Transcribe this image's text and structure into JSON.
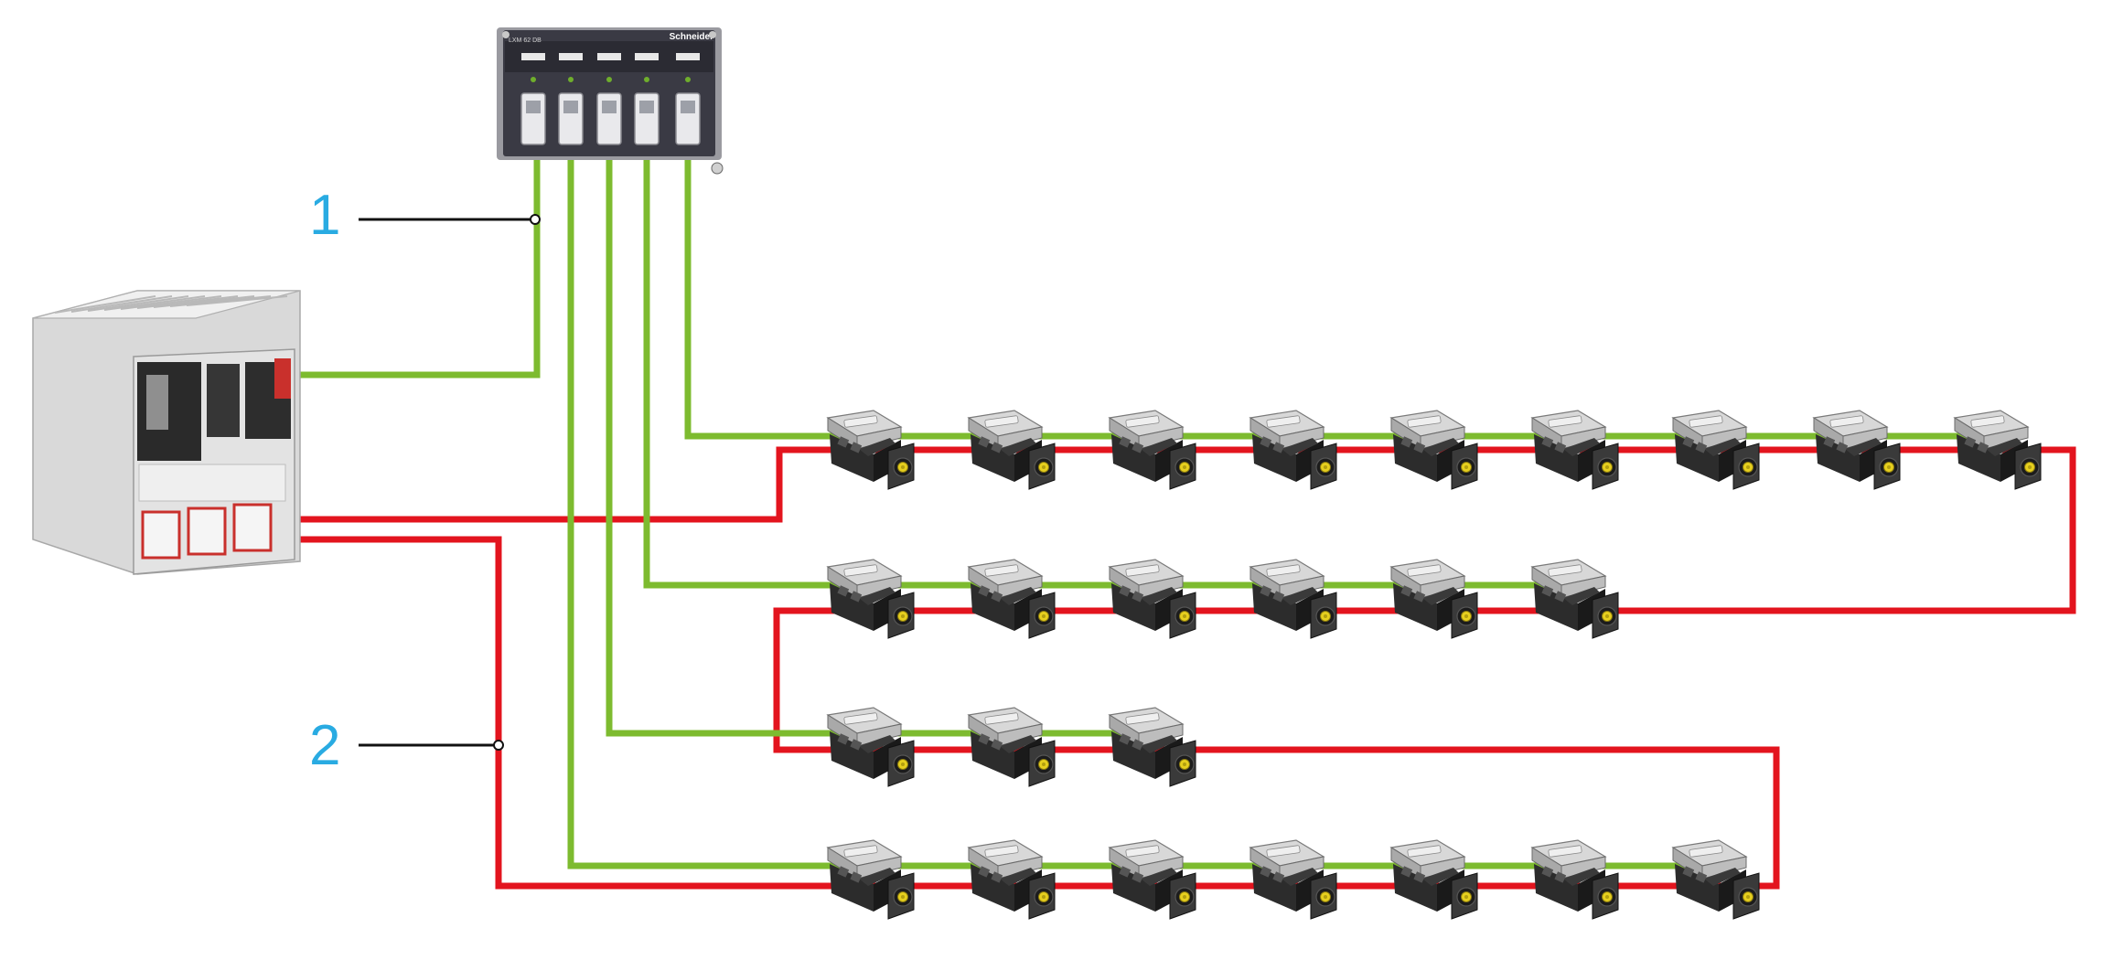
{
  "callouts": [
    {
      "label": "1"
    },
    {
      "label": "2"
    }
  ],
  "hub": {
    "brand": "Schneider",
    "model": "LXM 62 DB",
    "port_count": 5
  },
  "drive_rows": [
    {
      "drive_count": 9
    },
    {
      "drive_count": 6
    },
    {
      "drive_count": 3
    },
    {
      "drive_count": 7
    }
  ],
  "colors": {
    "callout_text": "#29abe2",
    "ethernet_cable": "#7dbb2f",
    "power_cable": "#e3141e",
    "leader_line": "#111111",
    "drive_body": "#2c2c2c",
    "drive_cover": "#c4c4c4",
    "drive_shaft": "#e6cf1e",
    "hub_body": "#3a3a44",
    "controller_body": "#e3e3e3"
  }
}
